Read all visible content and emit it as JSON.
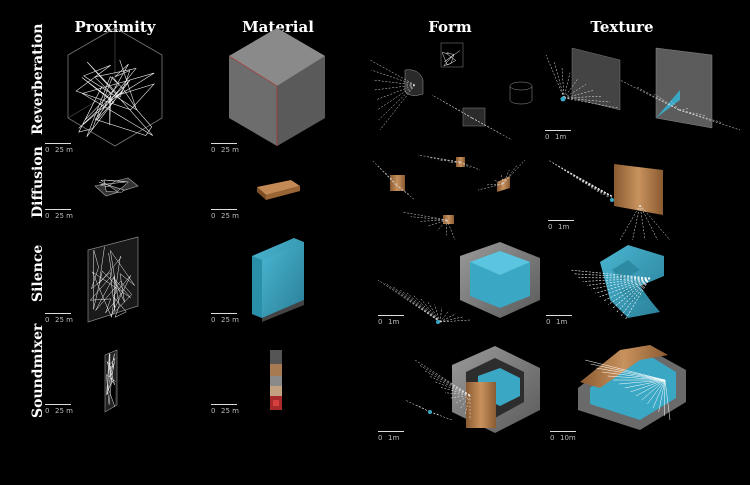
{
  "columns": [
    "Proximity",
    "Material",
    "Form",
    "Texture"
  ],
  "rows": [
    "Reverberation",
    "Diffusion",
    "Silence",
    "Soundmixer"
  ],
  "scale_labels": {
    "zero": "0",
    "m25": "25 m",
    "m1": "1m",
    "m10": "10m"
  },
  "colors": {
    "background": "#000000",
    "rays": "#e6e6e6",
    "wood": "#c08a5a",
    "water_blue": "#3aa7c4",
    "concrete": "#8a8a8a"
  }
}
